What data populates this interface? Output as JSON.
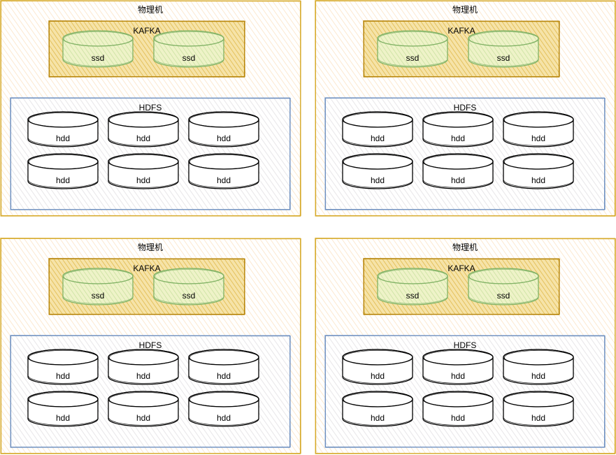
{
  "machines": [
    {
      "label": "物理机",
      "kafka": {
        "label": "KAFKA",
        "disks": [
          "ssd",
          "ssd"
        ]
      },
      "hdfs": {
        "label": "HDFS",
        "disks": [
          "hdd",
          "hdd",
          "hdd",
          "hdd",
          "hdd",
          "hdd"
        ]
      }
    },
    {
      "label": "物理机",
      "kafka": {
        "label": "KAFKA",
        "disks": [
          "ssd",
          "ssd"
        ]
      },
      "hdfs": {
        "label": "HDFS",
        "disks": [
          "hdd",
          "hdd",
          "hdd",
          "hdd",
          "hdd",
          "hdd"
        ]
      }
    },
    {
      "label": "物理机",
      "kafka": {
        "label": "KAFKA",
        "disks": [
          "ssd",
          "ssd"
        ]
      },
      "hdfs": {
        "label": "HDFS",
        "disks": [
          "hdd",
          "hdd",
          "hdd",
          "hdd",
          "hdd",
          "hdd"
        ]
      }
    },
    {
      "label": "物理机",
      "kafka": {
        "label": "KAFKA",
        "disks": [
          "ssd",
          "ssd"
        ]
      },
      "hdfs": {
        "label": "HDFS",
        "disks": [
          "hdd",
          "hdd",
          "hdd",
          "hdd",
          "hdd",
          "hdd"
        ]
      }
    }
  ],
  "colors": {
    "machine_stroke": "#d6a928",
    "machine_hatch": "#fbe3c4",
    "kafka_stroke": "#b8860b",
    "kafka_hatch": "#e8c86a",
    "kafka_fill": "#f6e3a8",
    "ssd_stroke": "#82b366",
    "ssd_hatch": "#cfe6b8",
    "hdfs_stroke": "#6c8ebf",
    "hdfs_hatch": "#dbe3f2",
    "hdd_stroke": "#000000",
    "text": "#000000"
  }
}
